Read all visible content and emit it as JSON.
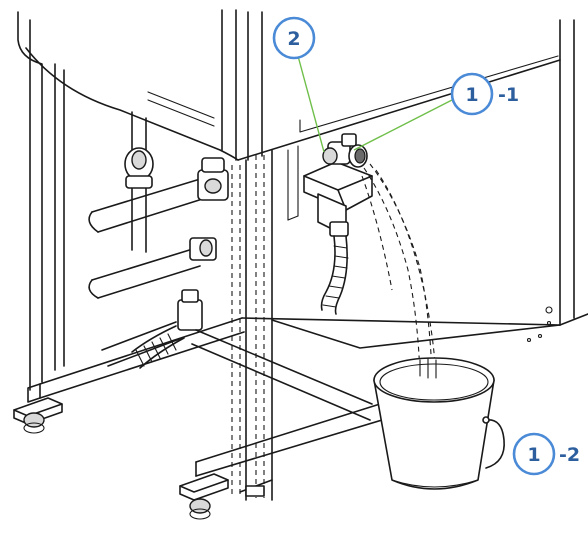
{
  "callouts": [
    {
      "number": "2",
      "suffix": ""
    },
    {
      "number": "1",
      "suffix": "-1"
    },
    {
      "number": "1",
      "suffix": "-2"
    }
  ],
  "colors": {
    "callout_ring": "#4a8ad6",
    "callout_text": "#2d5f9e",
    "leader_line": "#6fbf4a",
    "line_art": "#1a1a1a"
  },
  "icons": [
    "drain-valve-icon",
    "bucket-icon",
    "hose-icon",
    "water-stream-icon"
  ]
}
